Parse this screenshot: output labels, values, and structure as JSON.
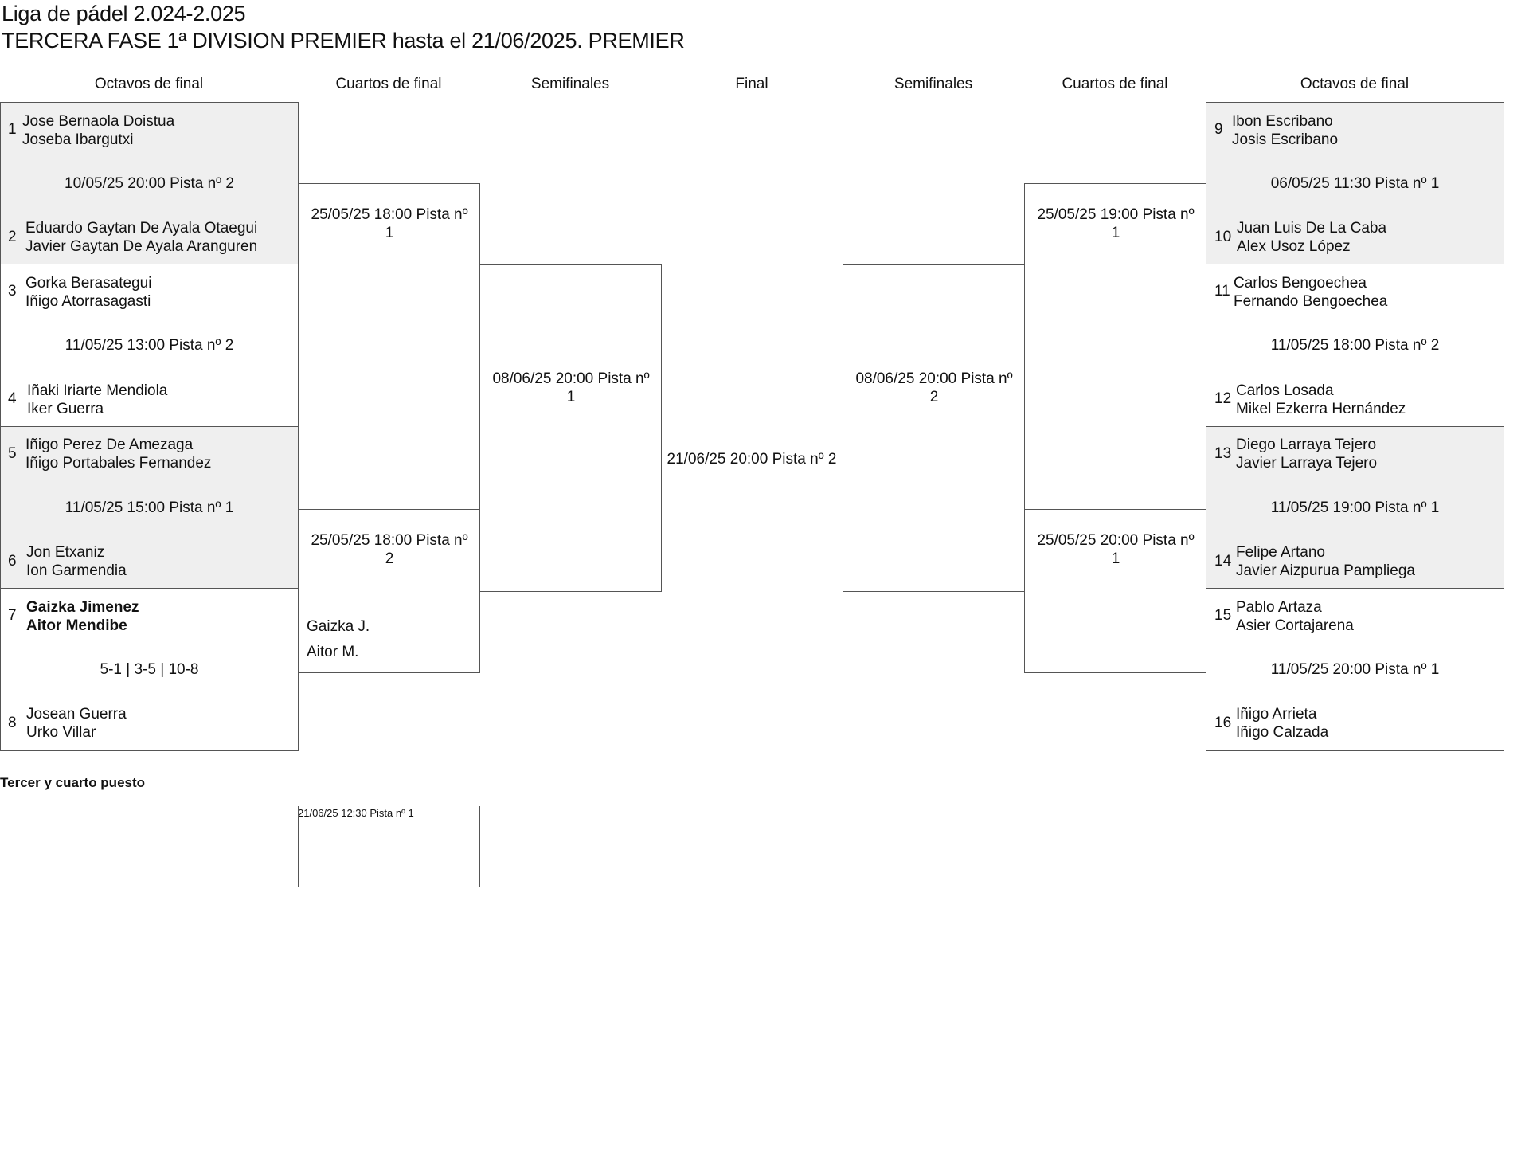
{
  "title": "Liga de pádel 2.024-2.025",
  "subtitle": "TERCERA FASE 1ª DIVISION PREMIER hasta el 21/06/2025. PREMIER",
  "headers": {
    "left_r16": "Octavos de final",
    "left_qf": "Cuartos de final",
    "left_sf": "Semifinales",
    "final": "Final",
    "right_sf": "Semifinales",
    "right_qf": "Cuartos de final",
    "right_r16": "Octavos de final"
  },
  "left_r16": [
    {
      "seed_a": "1",
      "a1": "Jose Bernaola Doistua",
      "a2": "Joseba Ibargutxi",
      "info": "10/05/25 20:00 Pista nº 2",
      "seed_b": "2",
      "b1": "Eduardo Gaytan De Ayala Otaegui",
      "b2": "Javier Gaytan De Ayala Aranguren"
    },
    {
      "seed_a": "3",
      "a1": "Gorka Berasategui",
      "a2": "Iñigo Atorrasagasti",
      "info": "11/05/25 13:00 Pista nº 2",
      "seed_b": "4",
      "b1": "Iñaki Iriarte Mendiola",
      "b2": "Iker Guerra"
    },
    {
      "seed_a": "5",
      "a1": "Iñigo Perez De Amezaga",
      "a2": "Iñigo Portabales Fernandez",
      "info": "11/05/25 15:00 Pista nº 1",
      "seed_b": "6",
      "b1": "Jon Etxaniz",
      "b2": "Ion Garmendia"
    },
    {
      "seed_a": "7",
      "a1": "Gaizka Jimenez",
      "a2": "Aitor Mendibe",
      "info": "5-1 | 3-5 | 10-8",
      "seed_b": "8",
      "b1": "Josean Guerra",
      "b2": "Urko Villar"
    }
  ],
  "right_r16": [
    {
      "seed_a": "9",
      "a1": "Ibon Escribano",
      "a2": "Josis Escribano",
      "info": "06/05/25 11:30 Pista nº 1",
      "seed_b": "10",
      "b1": "Juan Luis De La Caba",
      "b2": "Alex Usoz López"
    },
    {
      "seed_a": "11",
      "a1": "Carlos Bengoechea",
      "a2": "Fernando Bengoechea",
      "info": "11/05/25 18:00 Pista nº 2",
      "seed_b": "12",
      "b1": "Carlos Losada",
      "b2": "Mikel Ezkerra Hernández"
    },
    {
      "seed_a": "13",
      "a1": "Diego Larraya Tejero",
      "a2": "Javier Larraya Tejero",
      "info": "11/05/25 19:00 Pista nº 1",
      "seed_b": "14",
      "b1": "Felipe Artano",
      "b2": "Javier Aizpurua Pampliega"
    },
    {
      "seed_a": "15",
      "a1": "Pablo Artaza",
      "a2": "Asier Cortajarena",
      "info": "11/05/25 20:00 Pista nº 1",
      "seed_b": "16",
      "b1": "Iñigo Arrieta",
      "b2": "Iñigo Calzada"
    }
  ],
  "left_qf": [
    {
      "info": "25/05/25 18:00 Pista nº 1"
    },
    {
      "info": "25/05/25 18:00 Pista nº 2",
      "winner1": "Gaizka J.",
      "winner2": "Aitor M."
    }
  ],
  "right_qf": [
    {
      "info": "25/05/25 19:00 Pista nº 1"
    },
    {
      "info": "25/05/25 20:00 Pista nº 1"
    }
  ],
  "left_sf": {
    "info": "08/06/25 20:00 Pista nº 1"
  },
  "right_sf": {
    "info": "08/06/25 20:00 Pista nº 2"
  },
  "final": {
    "info": "21/06/25 20:00 Pista nº 2"
  },
  "third_place": {
    "title": "Tercer y cuarto puesto",
    "info": "21/06/25 12:30 Pista nº 1"
  }
}
